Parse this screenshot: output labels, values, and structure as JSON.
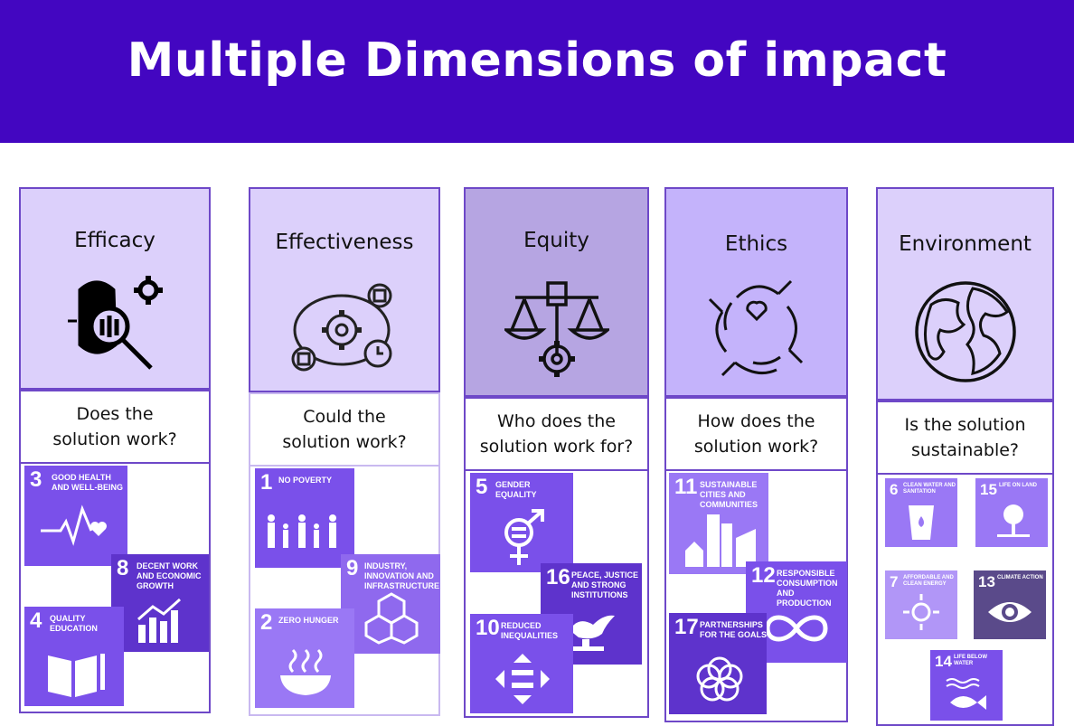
{
  "title": "Multiple Dimensions of impact",
  "colors": {
    "banner": "#4306c1",
    "border": "#6e48c8",
    "sdg_primary": "#7647ef",
    "sdg_secondary": "#9a78f5",
    "sdg_dark": "#5a32c6"
  },
  "columns": [
    {
      "name": "Efficacy",
      "icon": "pill-magnifier-gear-icon",
      "question_line1": "Does the",
      "question_line2": "solution work?",
      "sdgs": [
        {
          "num": "3",
          "label": "Good Health and Well-Being",
          "icon": "heartbeat-icon"
        },
        {
          "num": "8",
          "label": "Decent Work and Economic Growth",
          "icon": "growth-chart-icon"
        },
        {
          "num": "4",
          "label": "Quality Education",
          "icon": "book-pencil-icon"
        }
      ]
    },
    {
      "name": "Effectiveness",
      "icon": "gears-cycle-icon",
      "question_line1": "Could the",
      "question_line2": "solution work?",
      "sdgs": [
        {
          "num": "1",
          "label": "No Poverty",
          "icon": "family-icon"
        },
        {
          "num": "9",
          "label": "Industry, Innovation and Infrastructure",
          "icon": "cubes-icon"
        },
        {
          "num": "2",
          "label": "Zero Hunger",
          "icon": "bowl-icon"
        }
      ]
    },
    {
      "name": "Equity",
      "icon": "scales-fist-gear-icon",
      "question_line1": "Who does the",
      "question_line2": "solution work for?",
      "sdgs": [
        {
          "num": "5",
          "label": "Gender Equality",
          "icon": "gender-icon"
        },
        {
          "num": "16",
          "label": "Peace, Justice and Strong Institutions",
          "icon": "dove-gavel-icon"
        },
        {
          "num": "10",
          "label": "Reduced Inequalities",
          "icon": "equal-arrows-icon"
        }
      ]
    },
    {
      "name": "Ethics",
      "icon": "hands-heart-icon",
      "question_line1": "How does the",
      "question_line2": "solution work?",
      "sdgs": [
        {
          "num": "11",
          "label": "Sustainable Cities and Communities",
          "icon": "city-icon"
        },
        {
          "num": "12",
          "label": "Responsible Consumption and Production",
          "icon": "infinity-icon"
        },
        {
          "num": "17",
          "label": "Partnerships for the Goals",
          "icon": "rings-icon"
        }
      ]
    },
    {
      "name": "Environment",
      "icon": "globe-icon",
      "question_line1": "Is the solution",
      "question_line2": "sustainable?",
      "sdgs": [
        {
          "num": "6",
          "label": "Clean Water and Sanitation",
          "icon": "water-glass-icon"
        },
        {
          "num": "15",
          "label": "Life on Land",
          "icon": "tree-icon"
        },
        {
          "num": "7",
          "label": "Affordable and Clean Energy",
          "icon": "sun-power-icon"
        },
        {
          "num": "13",
          "label": "Climate Action",
          "icon": "eye-globe-icon"
        },
        {
          "num": "14",
          "label": "Life Below Water",
          "icon": "fish-icon"
        }
      ]
    }
  ]
}
